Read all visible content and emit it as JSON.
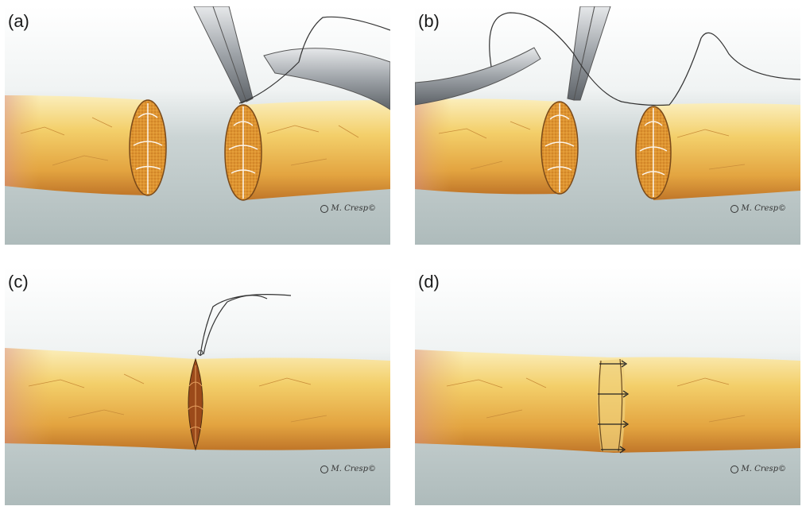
{
  "panels": [
    {
      "id": "a",
      "label": "(a)",
      "credit": "M. Cresp©"
    },
    {
      "id": "b",
      "label": "(b)",
      "credit": "M. Cresp©"
    },
    {
      "id": "c",
      "label": "(c)",
      "credit": "M. Cresp©"
    },
    {
      "id": "d",
      "label": "(d)",
      "credit": "M. Cresp©"
    }
  ],
  "colors": {
    "background_top": "#ffffff",
    "background_bottom": "#b9c4c4",
    "nerve_light": "#f7e29a",
    "nerve_mid": "#e9b34a",
    "nerve_dark": "#c97a2a",
    "fascicle": "#d98c2c",
    "instrument": "#9aa0a6",
    "suture": "#333333"
  }
}
